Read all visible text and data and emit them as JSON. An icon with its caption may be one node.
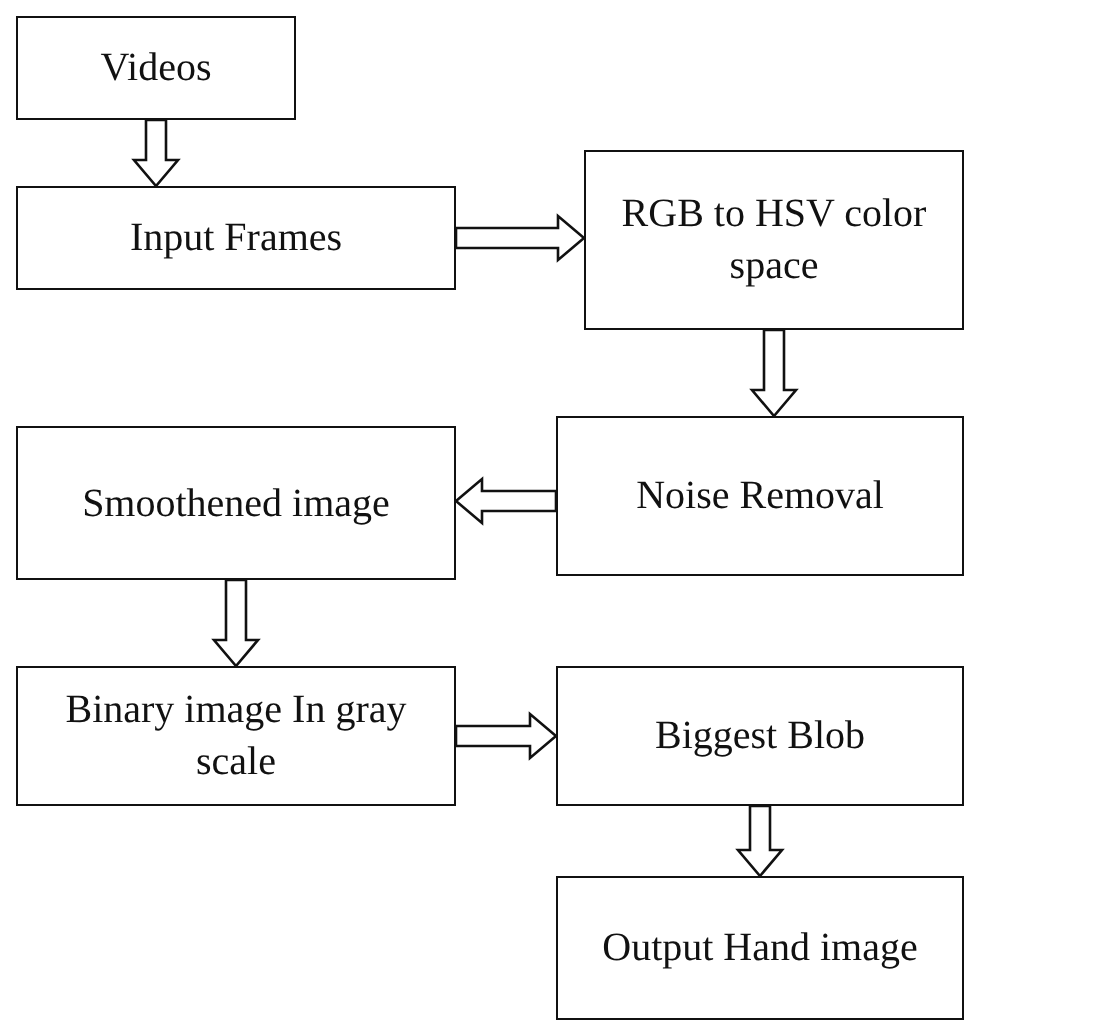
{
  "diagram": {
    "nodes": [
      {
        "text": [
          "Videos"
        ]
      },
      {
        "text": [
          "Input Frames"
        ]
      },
      {
        "text": [
          "RGB to HSV color space"
        ]
      },
      {
        "text": [
          "Noise Removal"
        ]
      },
      {
        "text": [
          "Smoothened image"
        ]
      },
      {
        "text": [
          "Binary image In gray scale"
        ]
      },
      {
        "text": [
          "Biggest Blob"
        ]
      },
      {
        "text": [
          "Output Hand image"
        ]
      }
    ],
    "edges": [
      {
        "from": 0,
        "to": 1,
        "arrow": "to"
      },
      {
        "from": 1,
        "to": 2,
        "arrow": "to"
      },
      {
        "from": 2,
        "to": 3,
        "arrow": "to"
      },
      {
        "from": 3,
        "to": 4,
        "arrow": "to"
      },
      {
        "from": 4,
        "to": 5,
        "arrow": "to"
      },
      {
        "from": 5,
        "to": 6,
        "arrow": "to"
      },
      {
        "from": 6,
        "to": 7,
        "arrow": "to"
      }
    ]
  }
}
